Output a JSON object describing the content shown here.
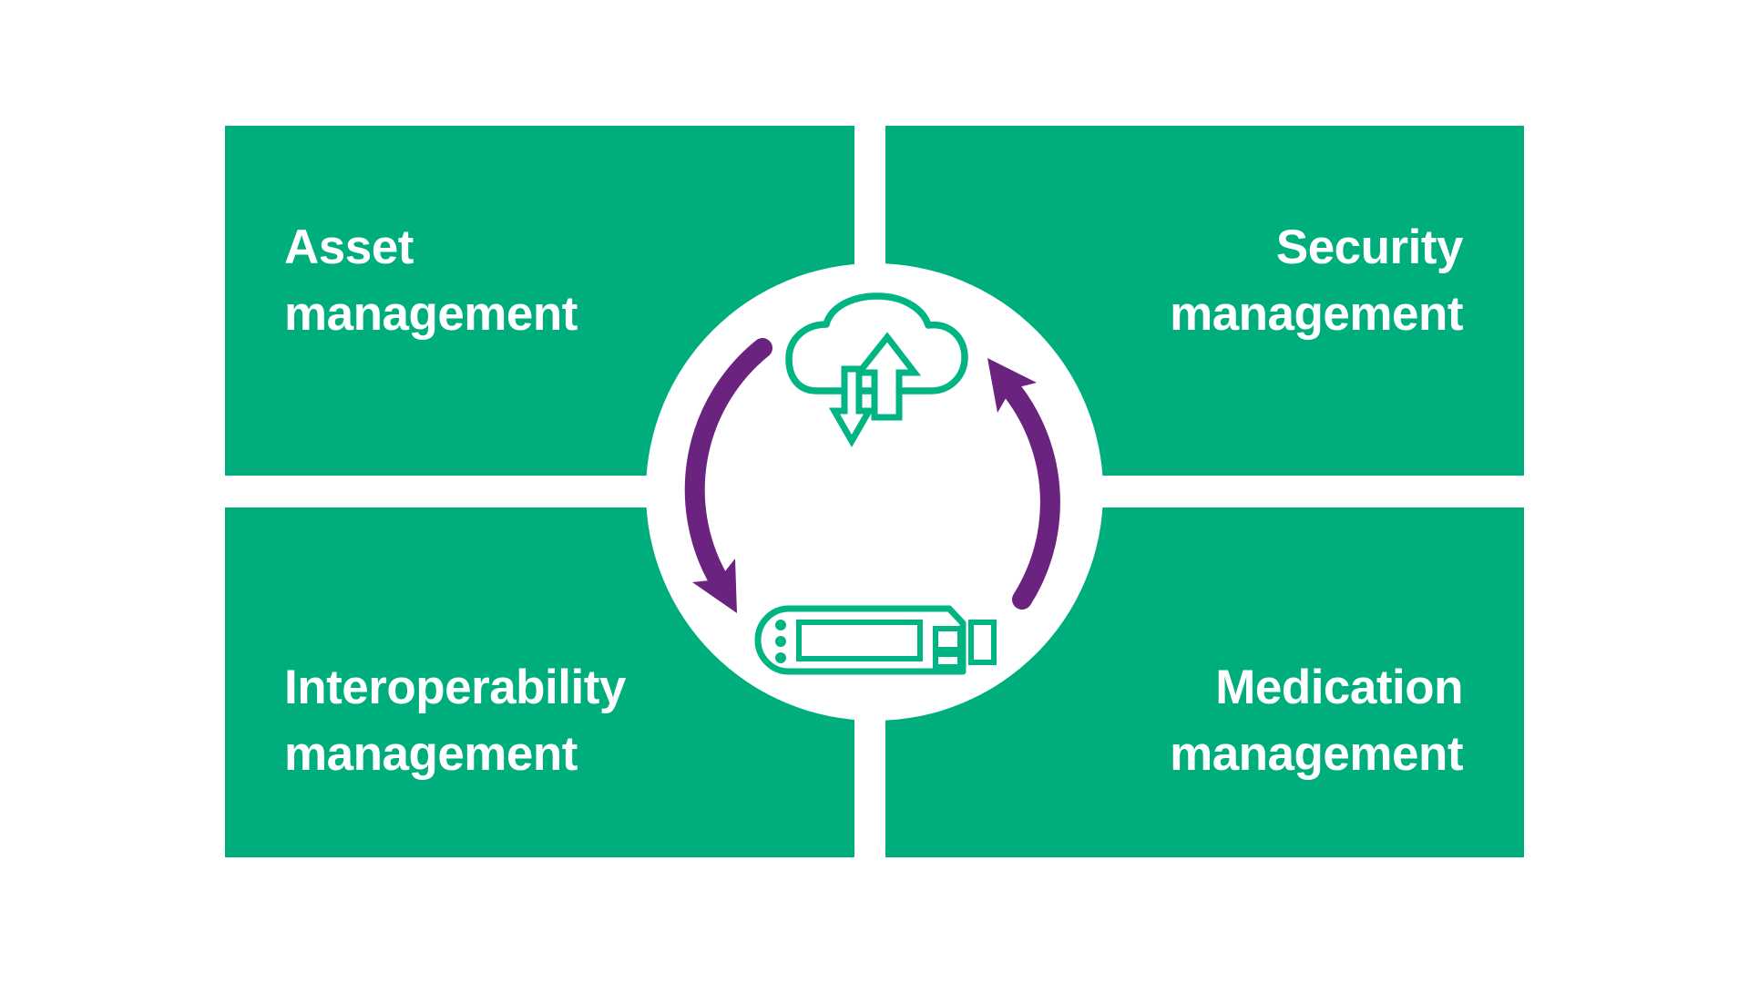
{
  "diagram": {
    "quadrants": [
      {
        "id": "asset",
        "line1": "Asset",
        "line2": "management"
      },
      {
        "id": "security",
        "line1": "Security",
        "line2": "management"
      },
      {
        "id": "interoperability",
        "line1": "Interoperability",
        "line2": "management"
      },
      {
        "id": "medication",
        "line1": "Medication",
        "line2": "management"
      }
    ],
    "center": {
      "icons": [
        "cloud-upload-download-icon",
        "infusion-pump-icon",
        "cycle-arrow-left-icon",
        "cycle-arrow-right-icon"
      ]
    },
    "colors": {
      "panel_green": "#00AE7D",
      "icon_green": "#00B583",
      "arrow_purple": "#6B2380",
      "background": "#FFFFFF",
      "text": "#FFFFFF"
    }
  }
}
